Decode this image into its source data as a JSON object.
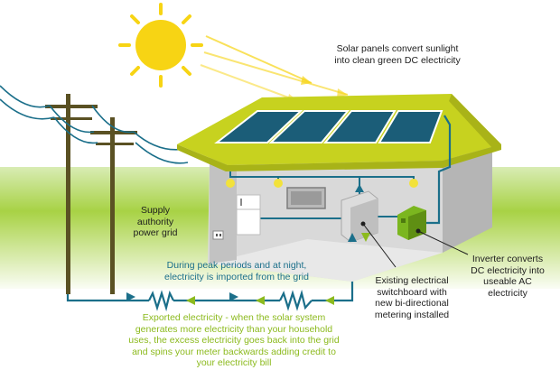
{
  "labels": {
    "solar_panels": [
      "Solar panels convert sunlight",
      "into clean green DC electricity"
    ],
    "supply_grid": [
      "Supply",
      "authority",
      "power grid"
    ],
    "peak_import": [
      "During peak periods and at night,",
      "electricity is imported from the grid"
    ],
    "inverter": [
      "Inverter converts",
      "DC electricity into",
      "useable AC",
      "electricity"
    ],
    "switchboard": [
      "Existing electrical",
      "switchboard with",
      "new bi-directional",
      "metering installed"
    ],
    "exported": [
      "Exported electricity - when the solar system",
      "generates more electricity than your household",
      "uses, the excess electricity goes back into the grid",
      "and spins your meter backwards adding credit to",
      "your electricity bill"
    ]
  },
  "colors": {
    "sun": "#f7d414",
    "roof": "#c7d21f",
    "panel": "#1b5d78",
    "wall": "#cfcfcf",
    "wire": "#1b6f8a",
    "inverter": "#7bb61f",
    "grass": "#9ccc35",
    "export_text": "#8cba1e",
    "import_text": "#1b6f8a"
  }
}
